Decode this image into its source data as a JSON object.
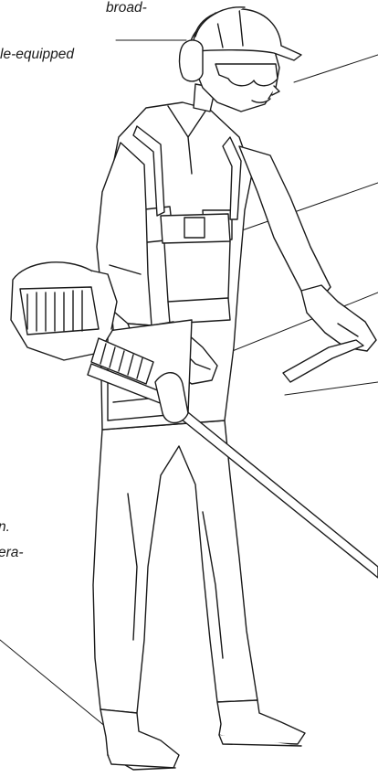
{
  "captions": {
    "line1": "broad-",
    "line2": "le-equipped",
    "line3": "n.",
    "line4": "era-"
  },
  "colors": {
    "ink": "#1a1a1a",
    "paper": "#ffffff"
  },
  "icons": {
    "figure": "person-with-string-trimmer-illustration"
  }
}
